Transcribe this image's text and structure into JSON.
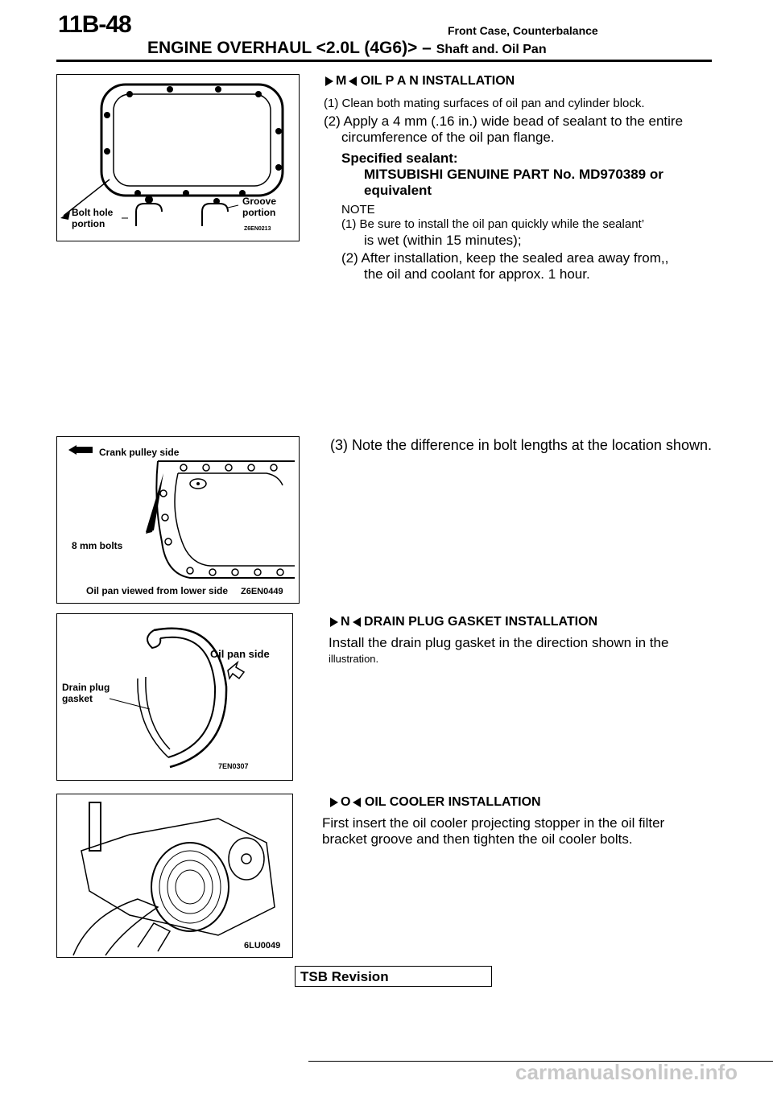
{
  "header": {
    "page_number": "11B-48",
    "title": "ENGINE OVERHAUL <2.0L (4G6)> –",
    "subtitle_line1": "Front Case, Counterbalance",
    "subtitle_line2": "Shaft and. Oil Pan"
  },
  "figures": {
    "fig1": {
      "left_label": "Bolt hole portion",
      "right_label": "Groove portion",
      "code": "Z6EN0213"
    },
    "fig2": {
      "top_label": "Crank pulley side",
      "bolts_label": "8 mm bolts",
      "bottom_label": "Oil pan viewed from lower side",
      "code": "Z6EN0449"
    },
    "fig3": {
      "side_label": "Oil pan side",
      "gasket_label_1": "Drain plug",
      "gasket_label_2": "gasket",
      "code": "7EN0307"
    },
    "fig4": {
      "code": "6LU0049"
    }
  },
  "sections": {
    "oil_pan": {
      "marker": "M",
      "heading": "OIL P A N INSTALLATION",
      "step1": "(1) Clean both mating surfaces of oil pan and cylinder block.",
      "step2a": "(2) Apply a 4 mm (.16 in.) wide bead of sealant to the entire",
      "step2b": "circumference of the oil pan flange.",
      "sealant_label": "Specified sealant:",
      "sealant_value_a": "MITSUBISHI GENUINE PART No. MD970389 or",
      "sealant_value_b": "equivalent",
      "note_label": "NOTE",
      "note1a": "(1) Be sure to install the oil pan quickly while the sealant’",
      "note1b": "is wet (within 15 minutes);",
      "note2a": "(2) After installation, keep the sealed area away from,,",
      "note2b": "the oil and coolant for approx. 1 hour.",
      "step3": "(3) Note the difference in bolt lengths at the location shown."
    },
    "drain_plug": {
      "marker": "N",
      "heading": "DRAIN PLUG GASKET INSTALLATION",
      "body_a": "Install the drain plug gasket in the direction shown in the",
      "body_b": "illustration."
    },
    "oil_cooler": {
      "marker": "O",
      "heading": "OIL COOLER INSTALLATION",
      "body_a": "First insert the oil cooler projecting stopper in the oil filter",
      "body_b": "bracket groove and then tighten the oil cooler bolts."
    }
  },
  "footer": {
    "tsb": "TSB Revision",
    "watermark": "carmanualsonline.info"
  }
}
